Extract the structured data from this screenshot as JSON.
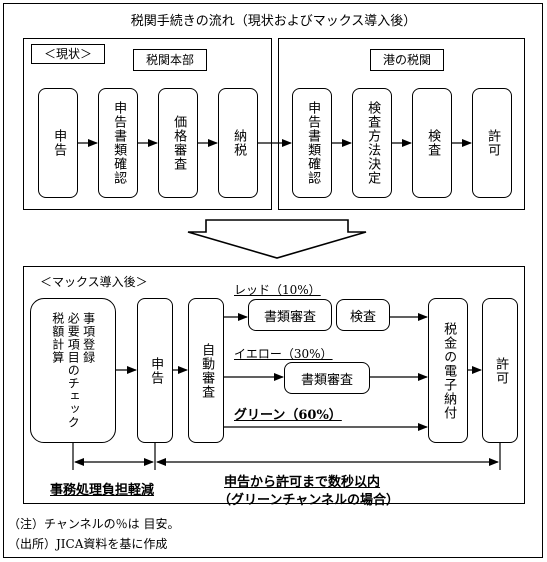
{
  "title": "税関手続きの流れ（現状およびマックス導入後）",
  "current": {
    "label": "＜現状＞",
    "hq_label": "税関本部",
    "port_label": "港の税関",
    "hq_steps": [
      "申告",
      "申告書類確認",
      "価格審査",
      "納税"
    ],
    "port_steps": [
      "申告書類確認",
      "検査方法決定",
      "検査",
      "許可"
    ]
  },
  "after": {
    "label": "＜マックス導入後＞",
    "pre_box": {
      "col1": "事項登録",
      "col2": "必要項目のチェック",
      "col3": "税額計算"
    },
    "declare": "申告",
    "auto_review": "自動審査",
    "red_label": "レッド（10%）",
    "red_steps": [
      "書類審査",
      "検査"
    ],
    "yellow_label": "イエロー（30%）",
    "yellow_steps": [
      "書類審査"
    ],
    "green_label": "グリーン（60%）",
    "payment": "税金の電子納付",
    "permit": "許可",
    "reduction_text": "事務処理負担軽減",
    "time_text": "申告から許可まで数秒以内",
    "time_sub": "（グリーンチャンネルの場合）"
  },
  "notes": [
    "（注）チャンネルの％は 目安。",
    "（出所）JICA資料を基に作成"
  ]
}
